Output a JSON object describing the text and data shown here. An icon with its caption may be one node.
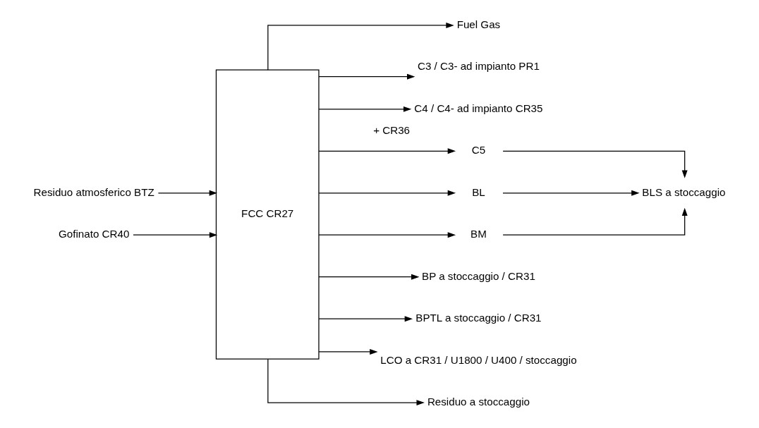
{
  "diagram": {
    "nodes": [
      {
        "text": [
          "FCC CR27"
        ]
      },
      {
        "text": [
          "Residuo atmosferico BTZ"
        ]
      },
      {
        "text": [
          "Gofinato CR40"
        ]
      },
      {
        "text": [
          "Fuel Gas"
        ]
      },
      {
        "text": [
          "C3 / C3- ad impianto PR1"
        ]
      },
      {
        "text": [
          "C4 / C4- ad impianto CR35"
        ],
        "beside": [
          "+ CR36"
        ]
      },
      {
        "text": [
          "C5"
        ]
      },
      {
        "text": [
          "BL"
        ]
      },
      {
        "text": [
          "BM"
        ]
      },
      {
        "text": [
          "BLS a stoccaggio"
        ]
      },
      {
        "text": [
          "BP a stoccaggio / CR31"
        ]
      },
      {
        "text": [
          "BPTL a stoccaggio / CR31"
        ]
      },
      {
        "text": [
          "LCO a CR31 / U1800 / U400 / stoccaggio"
        ]
      },
      {
        "text": [
          "Residuo a stoccaggio"
        ]
      }
    ],
    "edges": [
      {
        "from": 1,
        "to": 0,
        "arrow": "to"
      },
      {
        "from": 2,
        "to": 0,
        "arrow": "to"
      },
      {
        "from": 0,
        "to": 3,
        "arrow": "to"
      },
      {
        "from": 0,
        "to": 4,
        "arrow": "to"
      },
      {
        "from": 0,
        "to": 5,
        "arrow": "to"
      },
      {
        "from": 0,
        "to": 6,
        "arrow": "to"
      },
      {
        "from": 0,
        "to": 7,
        "arrow": "to"
      },
      {
        "from": 0,
        "to": 8,
        "arrow": "to"
      },
      {
        "from": 0,
        "to": 10,
        "arrow": "to"
      },
      {
        "from": 0,
        "to": 11,
        "arrow": "to"
      },
      {
        "from": 0,
        "to": 12,
        "arrow": "to"
      },
      {
        "from": 0,
        "to": 13,
        "arrow": "to"
      },
      {
        "from": 6,
        "to": 9,
        "arrow": "to"
      },
      {
        "from": 7,
        "to": 9,
        "arrow": "to"
      },
      {
        "from": 8,
        "to": 9,
        "arrow": "to"
      }
    ]
  }
}
